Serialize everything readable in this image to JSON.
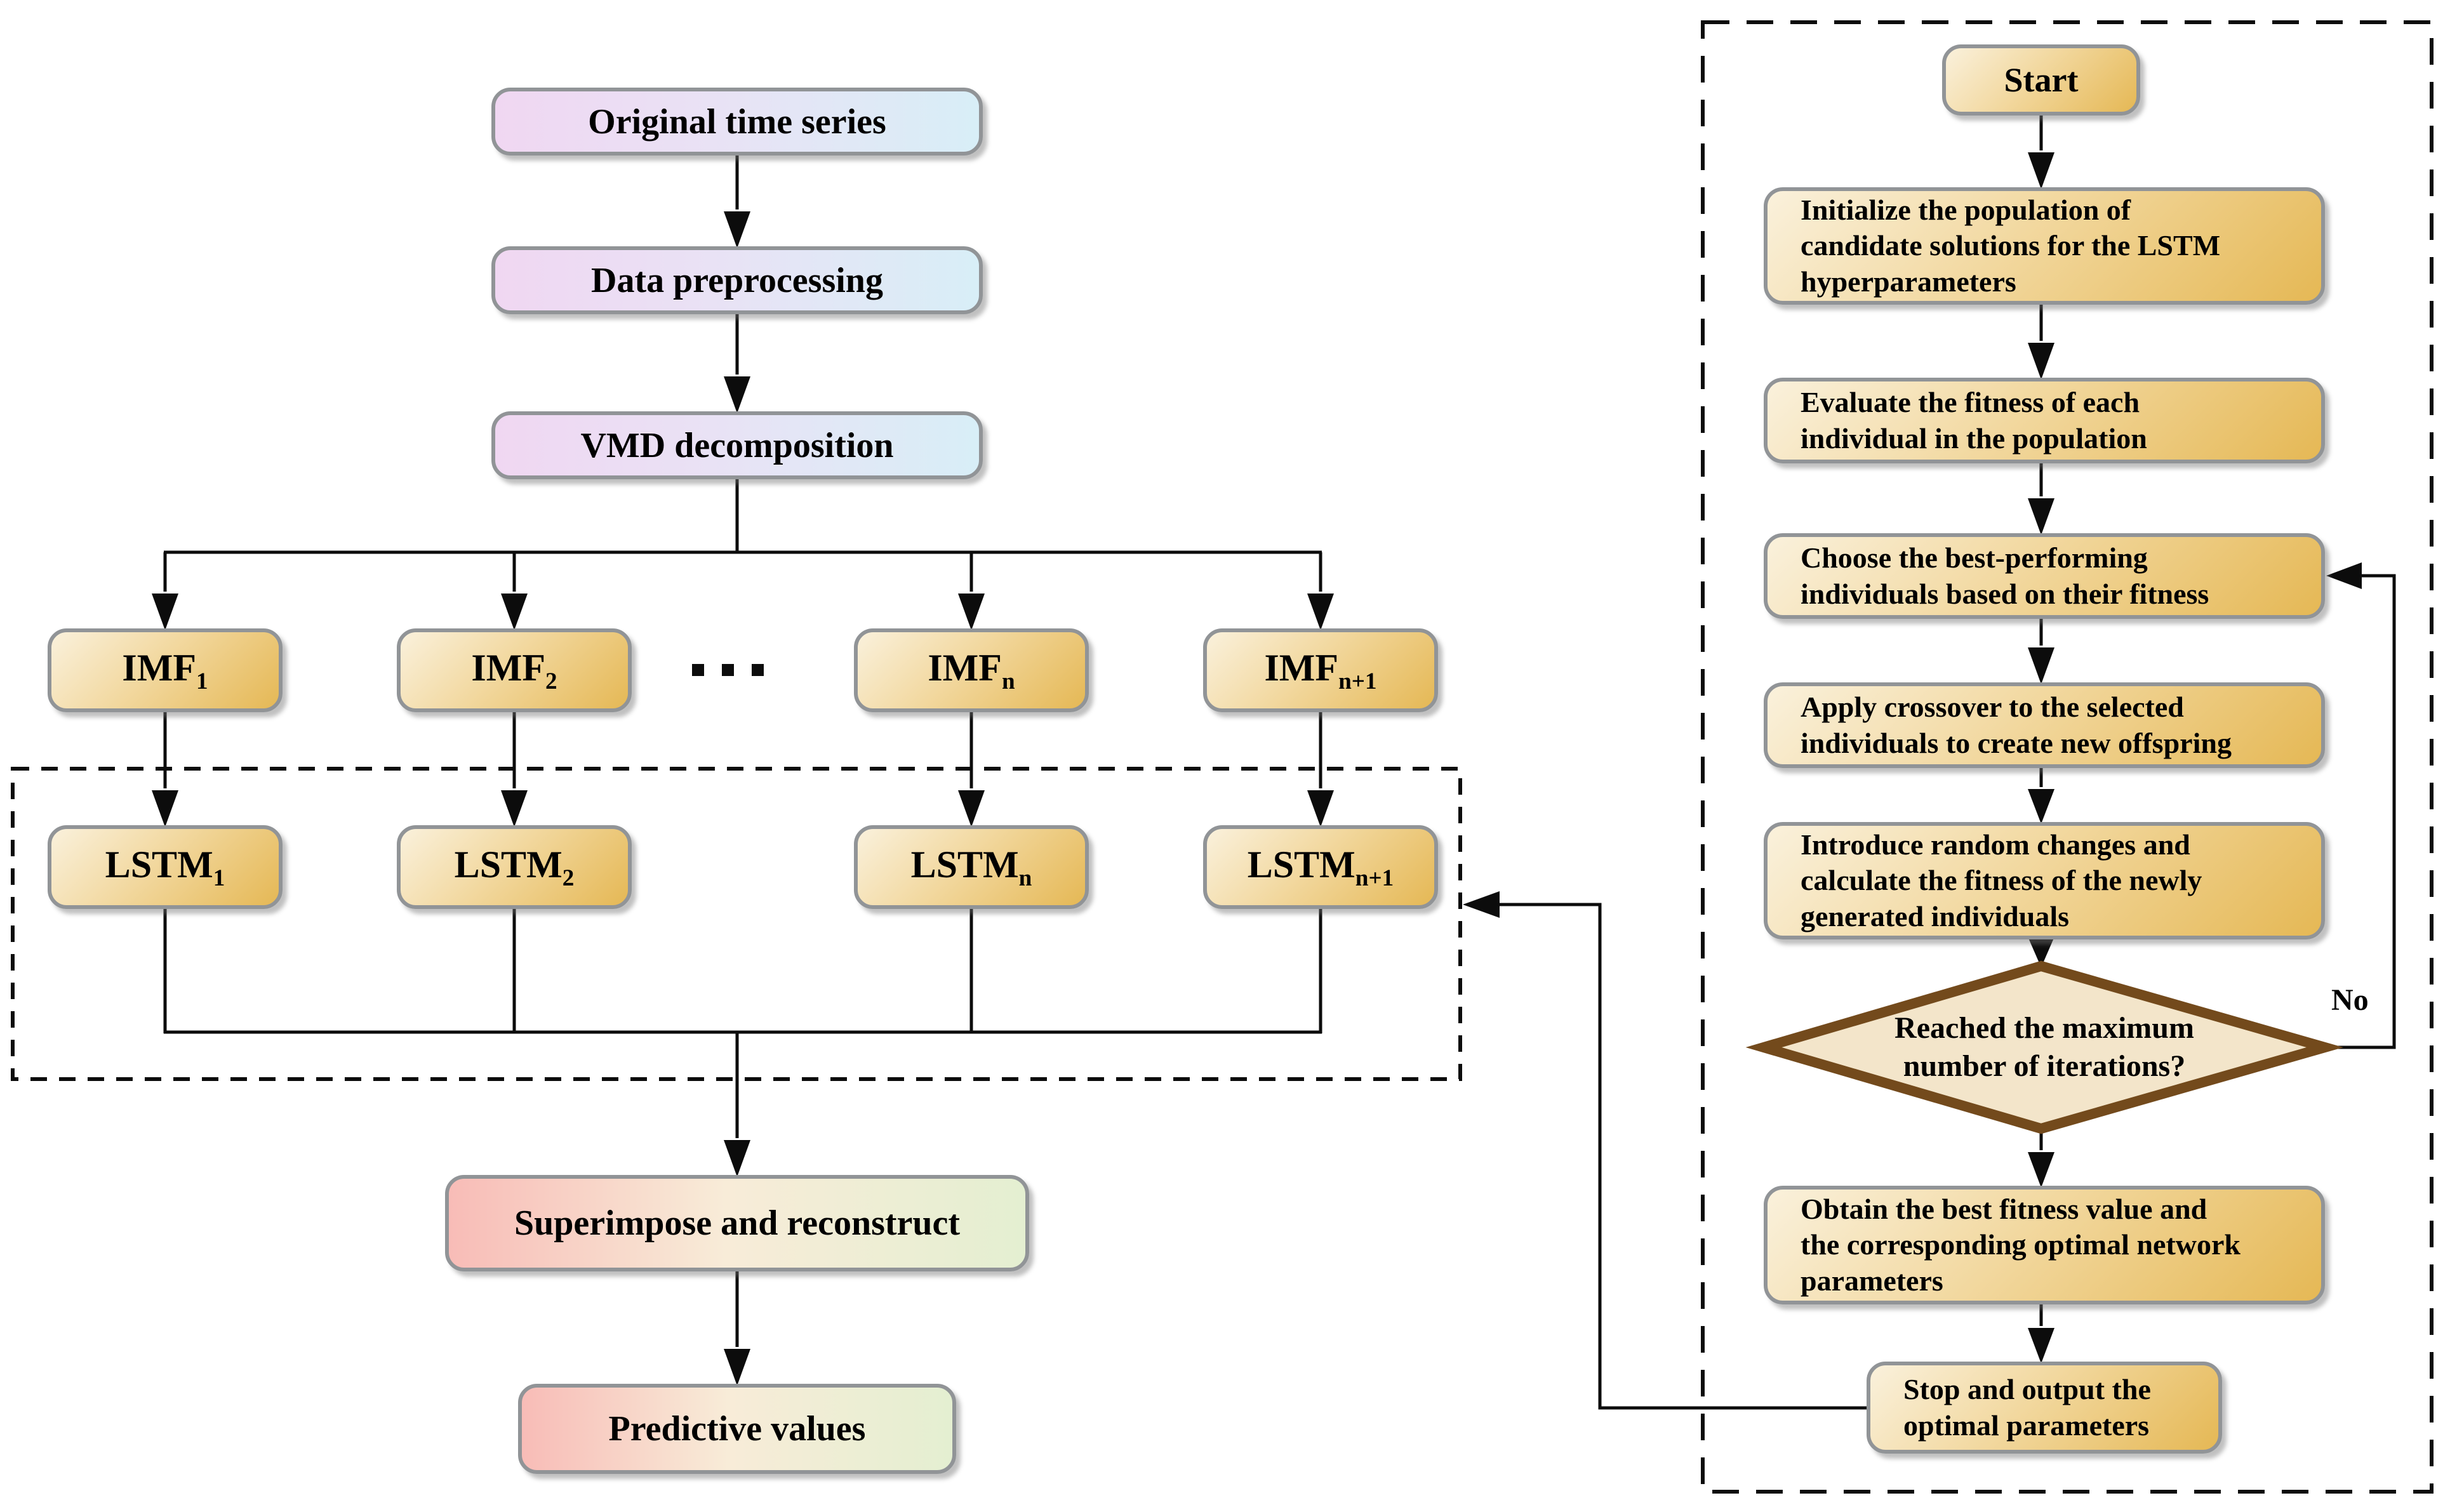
{
  "diagram": {
    "pipeline": [
      {
        "label": "Original time series"
      },
      {
        "label": "Data preprocessing"
      },
      {
        "label": "VMD decomposition"
      }
    ],
    "imf_row": [
      {
        "base": "IMF",
        "sub": "1"
      },
      {
        "base": "IMF",
        "sub": "2"
      },
      {
        "base": "IMF",
        "sub": "n"
      },
      {
        "base": "IMF",
        "sub": "n+1"
      }
    ],
    "lstm_row": [
      {
        "base": "LSTM",
        "sub": "1"
      },
      {
        "base": "LSTM",
        "sub": "2"
      },
      {
        "base": "LSTM",
        "sub": "n"
      },
      {
        "base": "LSTM",
        "sub": "n+1"
      }
    ],
    "outputs": [
      {
        "label": "Superimpose and reconstruct"
      },
      {
        "label": "Predictive values"
      }
    ],
    "ga": {
      "start": "Start",
      "steps": [
        {
          "label": "Initialize the population of\ncandidate solutions for the LSTM\nhyperparameters"
        },
        {
          "label": "Evaluate the fitness of each\nindividual in the population"
        },
        {
          "label": "Choose the best-performing\nindividuals based on their fitness"
        },
        {
          "label": "Apply crossover to the selected\nindividuals to create new offspring"
        },
        {
          "label": "Introduce random changes and\ncalculate the fitness of the newly\ngenerated individuals"
        }
      ],
      "decision": "Reached the maximum\nnumber of iterations?",
      "decision_no": "No",
      "obtain": "Obtain the best fitness value and\nthe corresponding optimal network\nparameters",
      "stop": "Stop and output the\noptimal parameters"
    }
  },
  "colors": {
    "pipeline-left": "#f0d7f2",
    "pipeline-right": "#d8eef7",
    "gold-light": "#faf1dc",
    "gold-dark": "#e5b855",
    "output-left": "#f8bcb7",
    "output-mid": "#f8ecd8",
    "output-right": "#e4efd1",
    "diamond-fill": "#f3e5ca",
    "diamond-border": "#734a1c",
    "box-border": "#919497",
    "line-color": "#0c0c0c"
  }
}
